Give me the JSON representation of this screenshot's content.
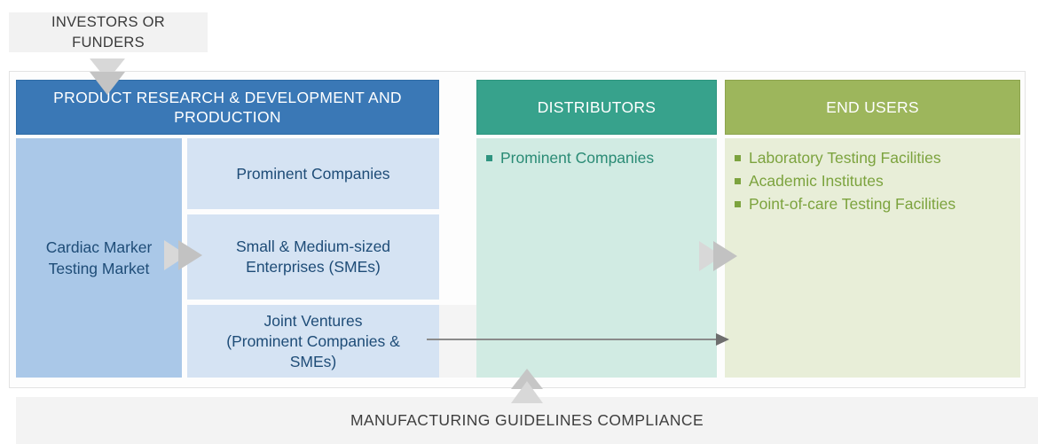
{
  "investors": {
    "lines": [
      "INVESTORS OR",
      "FUNDERS"
    ]
  },
  "production": {
    "header_lines": [
      "PRODUCT RESEARCH & DEVELOPMENT AND",
      "PRODUCTION"
    ],
    "market_lines": [
      "Cardiac Marker",
      "Testing Market"
    ],
    "rows": [
      {
        "lines": [
          "Prominent Companies",
          "",
          ""
        ]
      },
      {
        "lines": [
          "Small & Medium-sized",
          "Enterprises (SMEs)",
          ""
        ]
      },
      {
        "lines": [
          "Joint Ventures",
          "(Prominent Companies &",
          "SMEs)"
        ]
      }
    ]
  },
  "distributors": {
    "header": "DISTRIBUTORS",
    "items": [
      "Prominent Companies"
    ]
  },
  "end_users": {
    "header": "END USERS",
    "items": [
      "Laboratory Testing Facilities",
      "Academic Institutes",
      "Point-of-care Testing Facilities"
    ]
  },
  "compliance": {
    "label": "MANUFACTURING GUIDELINES COMPLIANCE"
  },
  "icons": {
    "down_arrow": "down-chevron-arrow",
    "right_arrow_market": "right-chevron-arrow",
    "right_arrow_distribution": "right-chevron-arrow",
    "up_arrow": "up-chevron-arrow",
    "flow_line": "right-line-arrow"
  },
  "colors": {
    "header_blue": "#3A78B6",
    "box_blue": "#AAC8E8",
    "box_light_blue": "#D5E3F3",
    "text_navy": "#1E4C77",
    "header_teal": "#37A28C",
    "box_mint": "#D1EBE3",
    "text_teal": "#2A8B75",
    "header_olive": "#9DB65C",
    "box_light_green": "#E8EED8",
    "text_green": "#7CA33E",
    "gray_bar": "#F3F3F3",
    "text_dark": "#3E3E3E",
    "arrow_light": "#D8D8D8",
    "arrow_dark": "#C4C4C4",
    "line_gray": "#8A8A8A"
  }
}
